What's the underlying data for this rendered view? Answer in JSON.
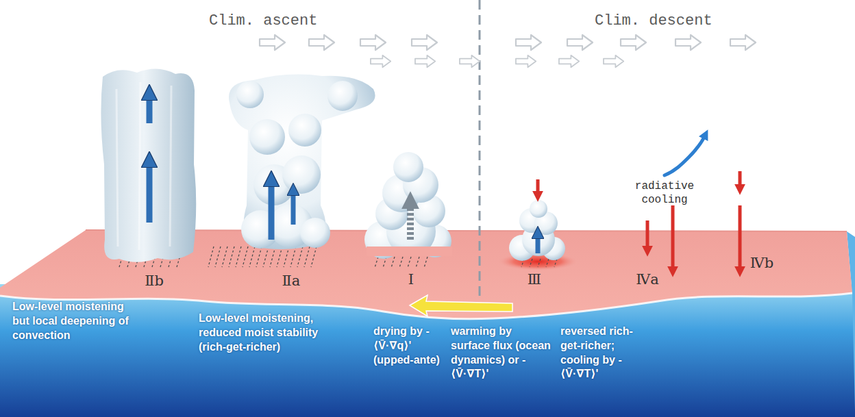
{
  "diagram": {
    "labels": [
      "Clim. ascent",
      "Clim. descent",
      "radiative cooling",
      "Ⅱb",
      "Ⅱa",
      "Ⅰ",
      "Ⅲ",
      "Ⅳa",
      "Ⅳb",
      "Low-level moistening but local deepening of convection",
      "Low-level moistening, reduced moist stability (rich-get-richer)",
      "drying by -⟨V̄·∇q⟩' (upped-ante)",
      "warming by surface flux (ocean dynamics) or -⟨V̄·∇T⟩'",
      "reversed rich-get-richer; cooling by -⟨V̄·∇T⟩'"
    ]
  }
}
